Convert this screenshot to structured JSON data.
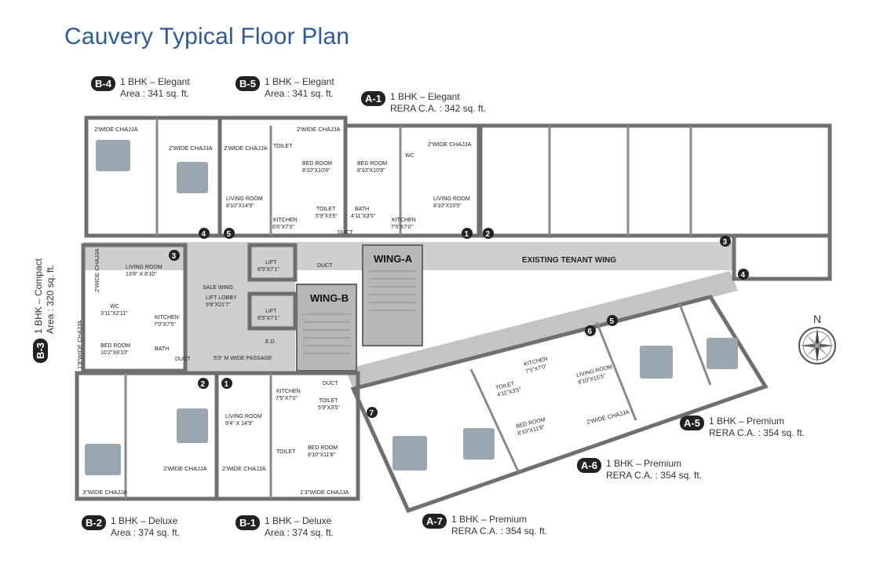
{
  "title": "Cauvery Typical Floor Plan",
  "units": {
    "B4": {
      "badge": "B-4",
      "type": "1 BHK – Elegant",
      "area": "Area : 341 sq. ft."
    },
    "B5": {
      "badge": "B-5",
      "type": "1 BHK – Elegant",
      "area": "Area : 341 sq. ft."
    },
    "A1": {
      "badge": "A-1",
      "type": "1 BHK – Elegant",
      "area": "RERA C.A. : 342 sq. ft."
    },
    "B3": {
      "badge": "B-3",
      "type": "1 BHK – Compact",
      "area": "Area : 320 sq. ft."
    },
    "B2": {
      "badge": "B-2",
      "type": "1 BHK – Deluxe",
      "area": "Area : 374 sq. ft."
    },
    "B1": {
      "badge": "B-1",
      "type": "1 BHK – Deluxe",
      "area": "Area : 374 sq. ft."
    },
    "A7": {
      "badge": "A-7",
      "type": "1 BHK – Premium",
      "area": "RERA C.A. : 354 sq. ft."
    },
    "A6": {
      "badge": "A-6",
      "type": "1 BHK – Premium",
      "area": "RERA C.A. : 354 sq. ft."
    },
    "A5": {
      "badge": "A-5",
      "type": "1 BHK – Premium",
      "area": "RERA C.A. : 354 sq. ft."
    }
  },
  "labels": {
    "wing_a": "WING-A",
    "wing_b": "WING-B",
    "existing": "EXISTING TENANT WING",
    "sale_wing": "SALE WING",
    "lift_lobby": "LIFT LOBBY",
    "lift_lobby_dim": "9'6\"X21'7\"",
    "lift": "LIFT",
    "lift_dim": "6'5\"X7'1\"",
    "passage": "5'0\" M WIDE PASSAGE",
    "duct": "DUCT",
    "ed": "E.D.",
    "chajja2": "2'WIDE CHAJJA",
    "chajja3": "3\"WIDE CHAJJA",
    "chajja13": "1'3\"WIDE CHAJJA",
    "chajja18": "1'8\"WIDE CHAJJA",
    "living_b5": "LIVING ROOM",
    "living_b5_dim": "8'10\"X14'9\"",
    "living_a1": "LIVING ROOM",
    "living_a1_dim": "8'10\"X15'5\"",
    "living_b3": "LIVING ROOM",
    "living_b3_dim": "13'8\" X 8'10\"",
    "living_b1": "LIVING ROOM",
    "living_b1_dim": "9'4\" X 14'9\"",
    "living_a6": "LIVING ROOM",
    "living_a6_dim": "8'10\"X15'5\"",
    "bed": "BED ROOM",
    "bed_810_108": "8'10\"X10'8\"",
    "bed_102_810": "10'2\"X8'10\"",
    "bed_810_118": "8'10\"X11'8\"",
    "kitchen": "KITCHEN",
    "kitchen_66": "6'6\"X7'0\"",
    "kitchen_75": "7'5\"X7'0\"",
    "kitchen_70": "7'0\"X7'5\"",
    "toilet": "TOILET",
    "toilet_59": "5'9\"X3'5\"",
    "toilet_411": "4'11\"X3'5\"",
    "bath": "BATH",
    "bath_411": "4'11\"X3'5\"",
    "wc": "WC",
    "wc_dim": "3'11\"X2'11\"",
    "north": "N",
    "markers": [
      "1",
      "2",
      "3",
      "4",
      "5",
      "6",
      "7"
    ]
  },
  "colors": {
    "title": "#2f5a9a",
    "wall": "#6f6f6f",
    "corridor": "#c9c9c9",
    "badge": "#222222"
  }
}
